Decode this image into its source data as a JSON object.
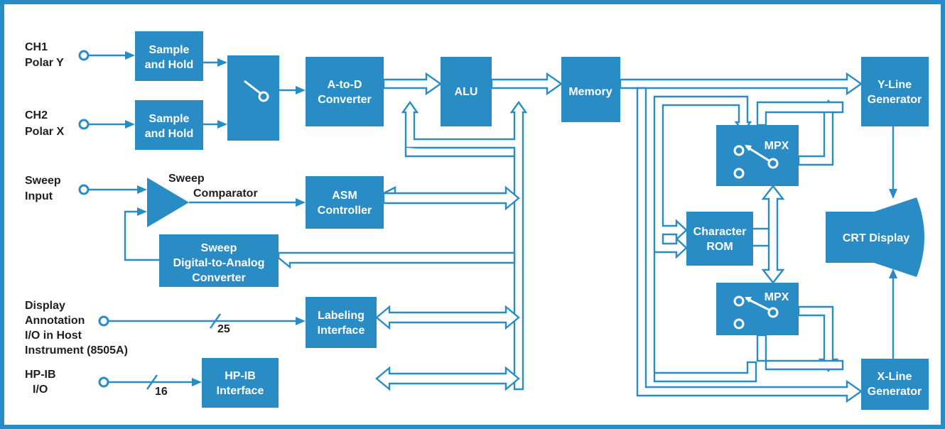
{
  "inputs": {
    "ch1": [
      "CH1",
      "Polar Y"
    ],
    "ch2": [
      "CH2",
      "Polar X"
    ],
    "sweep": [
      "Sweep",
      "Input"
    ],
    "display": [
      "Display",
      "Annotation",
      "I/O in Host",
      "Instrument (8505A)"
    ],
    "hpib": [
      "HP-IB",
      "I/O"
    ]
  },
  "blocks": {
    "sample_hold_1": [
      "Sample",
      "and Hold"
    ],
    "sample_hold_2": [
      "Sample",
      "and Hold"
    ],
    "atod": [
      "A-to-D",
      "Converter"
    ],
    "alu": [
      "ALU"
    ],
    "memory": [
      "Memory"
    ],
    "yline": [
      "Y-Line",
      "Generator"
    ],
    "xline": [
      "X-Line",
      "Generator"
    ],
    "asm": [
      "ASM",
      "Controller"
    ],
    "sweep_dac": [
      "Sweep",
      "Digital-to-Analog",
      "Converter"
    ],
    "labeling": [
      "Labeling",
      "Interface"
    ],
    "hpib_iface": [
      "HP-IB",
      "Interface"
    ],
    "char_rom": [
      "Character",
      "ROM"
    ],
    "mpx_top": [
      "MPX"
    ],
    "mpx_bottom": [
      "MPX"
    ],
    "crt": [
      "CRT Display"
    ]
  },
  "labels": {
    "sweep_comparator": [
      "Sweep",
      "Comparator"
    ],
    "bus25": "25",
    "bus16": "16"
  },
  "colors": {
    "accent": "#2a8cc5",
    "frame": "#2a8cc5",
    "text": "#1f1f1f"
  }
}
